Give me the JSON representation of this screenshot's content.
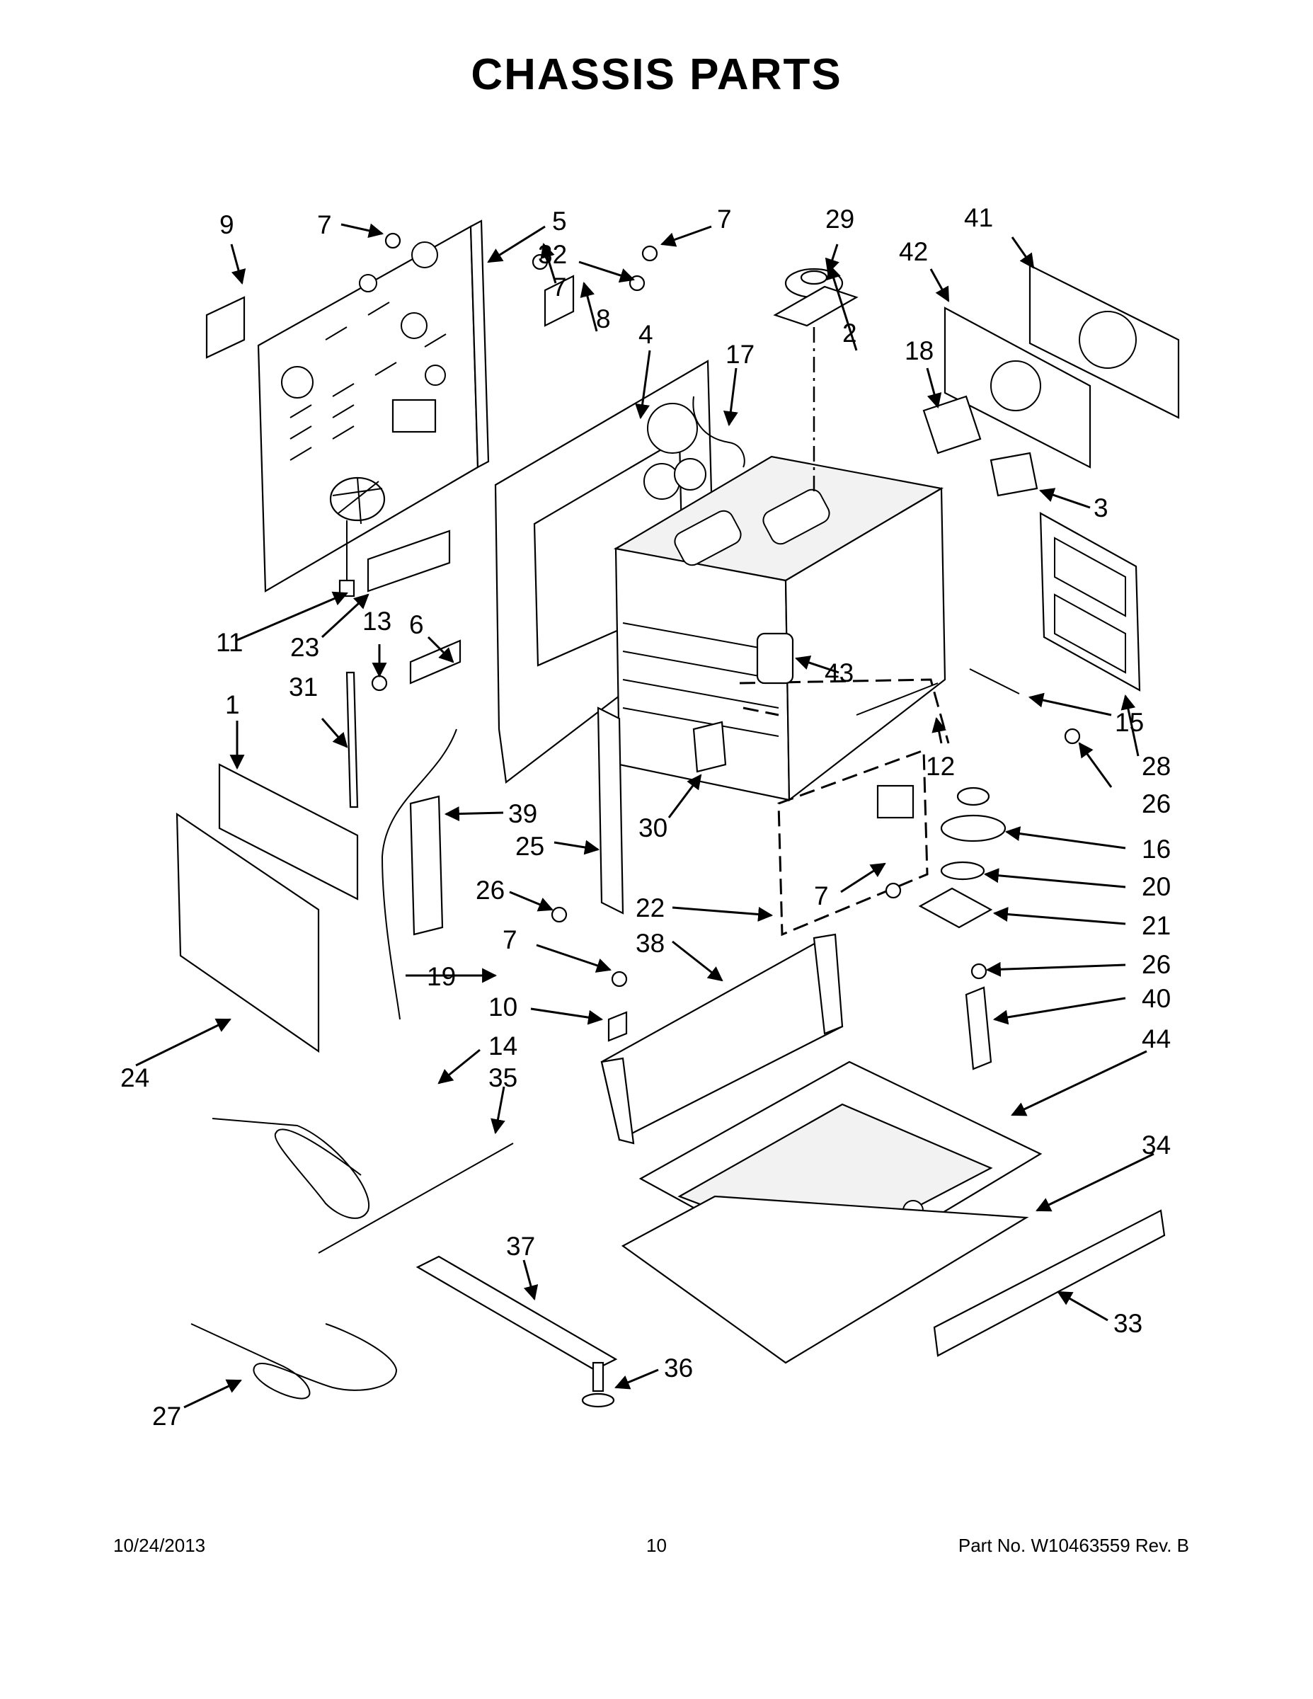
{
  "title": "CHASSIS PARTS",
  "footer": {
    "date": "10/24/2013",
    "page_number": "10",
    "part_number": "Part No.  W10463559  Rev.  B"
  },
  "callouts": {
    "c1": "1",
    "c2": "2",
    "c3": "3",
    "c4": "4",
    "c5": "5",
    "c6": "6",
    "c7a": "7",
    "c7b": "7",
    "c7c": "7",
    "c7d": "7",
    "c7e": "7",
    "c8": "8",
    "c9": "9",
    "c10": "10",
    "c11": "11",
    "c12": "12",
    "c13": "13",
    "c14": "14",
    "c15": "15",
    "c16": "16",
    "c17": "17",
    "c18": "18",
    "c19": "19",
    "c20": "20",
    "c21": "21",
    "c22": "22",
    "c23": "23",
    "c24": "24",
    "c25": "25",
    "c26a": "26",
    "c26b": "26",
    "c26c": "26",
    "c27": "27",
    "c28": "28",
    "c29": "29",
    "c30": "30",
    "c31": "31",
    "c32": "32",
    "c33": "33",
    "c34": "34",
    "c35": "35",
    "c36": "36",
    "c37": "37",
    "c38": "38",
    "c39": "39",
    "c40": "40",
    "c41": "41",
    "c42": "42",
    "c43": "43",
    "c44": "44"
  }
}
